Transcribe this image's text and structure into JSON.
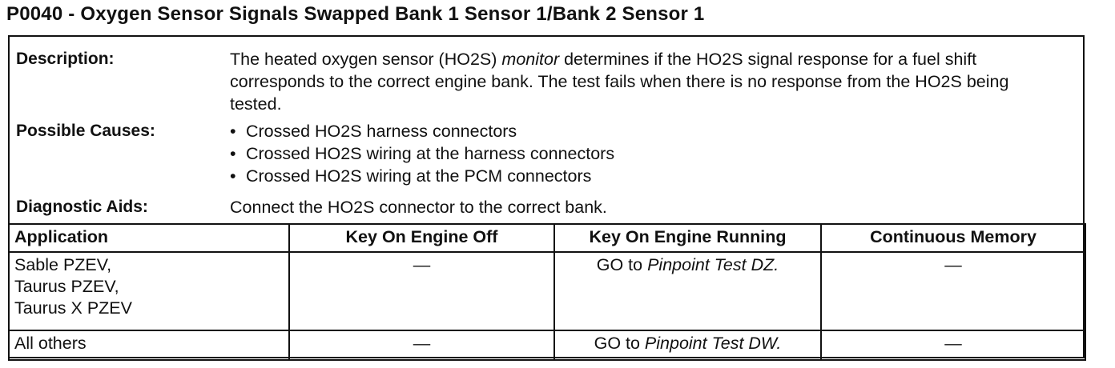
{
  "title": "P0040 - Oxygen Sensor Signals Swapped Bank 1 Sensor 1/Bank 2 Sensor 1",
  "description": {
    "label": "Description:",
    "text_before": "The heated oxygen sensor (HO2S) ",
    "text_italic": "monitor",
    "text_after": " determines if the HO2S signal response for a fuel shift corresponds to the correct engine bank. The test fails when there is no response from the HO2S being tested."
  },
  "possible_causes": {
    "label": "Possible Causes:",
    "bullet": "•",
    "items": [
      "Crossed HO2S harness connectors",
      "Crossed HO2S wiring at the harness connectors",
      "Crossed HO2S wiring at the PCM connectors"
    ]
  },
  "diagnostic_aids": {
    "label": "Diagnostic Aids:",
    "text": "Connect the HO2S connector to the correct bank."
  },
  "table": {
    "headers": [
      "Application",
      "Key On Engine Off",
      "Key On Engine Running",
      "Continuous Memory"
    ],
    "rows": [
      {
        "application": "Sable PZEV,\nTaurus PZEV,\nTaurus X PZEV",
        "koeo": "—",
        "koer_prefix": "GO to ",
        "koer_italic": "Pinpoint Test DZ.",
        "cm": "—"
      },
      {
        "application": "All others",
        "koeo": "—",
        "koer_prefix": "GO to ",
        "koer_italic": "Pinpoint Test DW.",
        "cm": "—"
      }
    ]
  }
}
